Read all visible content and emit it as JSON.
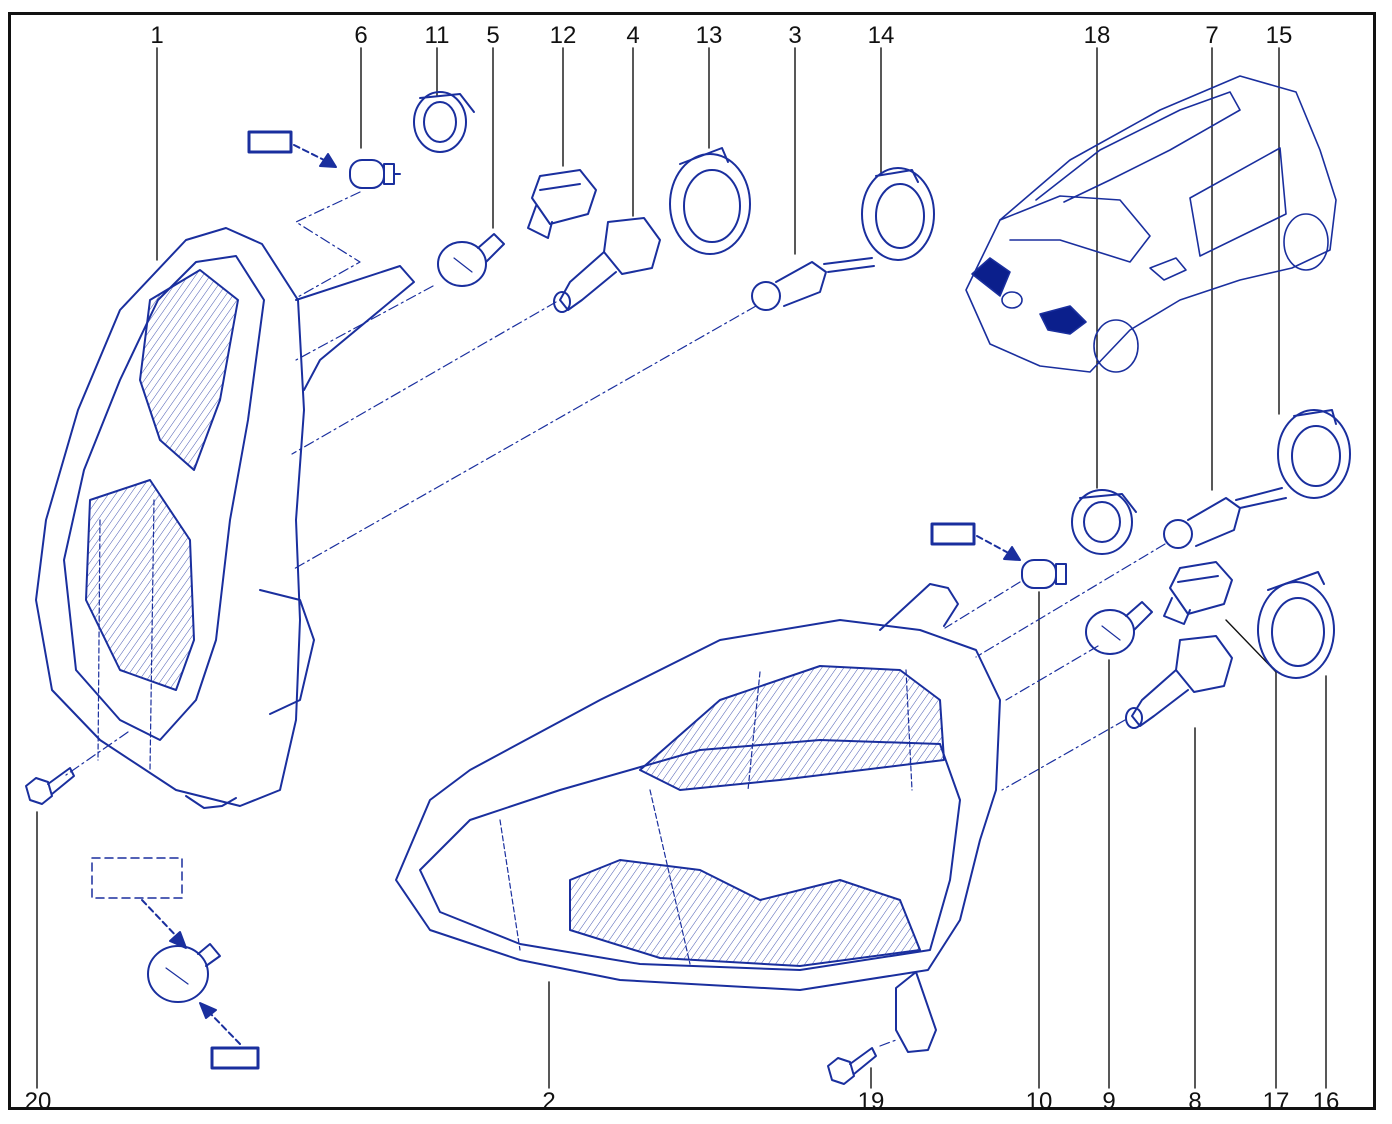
{
  "diagram": {
    "colors": {
      "line": "#1a2f9e",
      "label": "#111111",
      "frame": "#111111",
      "highlight": "#0b1f8c"
    },
    "callouts": {
      "c1": "1",
      "c2": "2",
      "c3": "3",
      "c4": "4",
      "c5": "5",
      "c6": "6",
      "c7": "7",
      "c8": "8",
      "c9": "9",
      "c10": "10",
      "c11": "11",
      "c12": "12",
      "c13": "13",
      "c14": "14",
      "c15": "15",
      "c16": "16",
      "c17": "17",
      "c18": "18",
      "c19": "19",
      "c20": "20"
    },
    "icons": [
      "headlamp-unit",
      "bulb",
      "bulb-holder",
      "dust-cap",
      "screw",
      "car-icon",
      "reference-box-icon"
    ]
  }
}
